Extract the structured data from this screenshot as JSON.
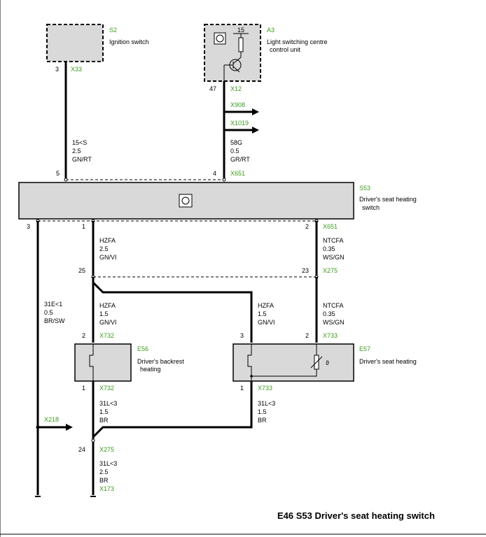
{
  "title": "E46  S53 Driver's seat heating switch",
  "components": {
    "s2": {
      "id": "S2",
      "name": "Ignition switch"
    },
    "a3": {
      "id": "A3",
      "name_line1": "Light switching centre",
      "name_line2": "control unit",
      "pin": "15"
    },
    "s53": {
      "id": "S53",
      "name_line1": "Driver's seat heating",
      "name_line2": "switch"
    },
    "e56": {
      "id": "E56",
      "name_line1": "Driver's backrest",
      "name_line2": "heating"
    },
    "e57": {
      "id": "E57",
      "name": "Driver's seat heating"
    }
  },
  "wires": {
    "w15s": {
      "signal": "15<S",
      "gauge": "2.5",
      "color": "GN/RT"
    },
    "w58g": {
      "signal": "58G",
      "gauge": "0.5",
      "color": "GR/RT"
    },
    "w31e": {
      "signal": "31E<1",
      "gauge": "0.5",
      "color": "BR/SW"
    },
    "whzfa_top": {
      "signal": "HZFA",
      "gauge": "2.5",
      "color": "GN/VI"
    },
    "wntcfa_top": {
      "signal": "NTCFA",
      "gauge": "0.35",
      "color": "WS/GN"
    },
    "whzfa_l": {
      "signal": "HZFA",
      "gauge": "1.5",
      "color": "GN/VI"
    },
    "whzfa_r": {
      "signal": "HZFA",
      "gauge": "1.5",
      "color": "GN/VI"
    },
    "wntcfa_bot": {
      "signal": "NTCFA",
      "gauge": "0.35",
      "color": "WS/GN"
    },
    "w31l_l": {
      "signal": "31L<3",
      "gauge": "1.5",
      "color": "BR"
    },
    "w31l_r": {
      "signal": "31L<3",
      "gauge": "1.5",
      "color": "BR"
    },
    "w31l_bot": {
      "signal": "31L<3",
      "gauge": "2.5",
      "color": "BR"
    }
  },
  "pins": {
    "s2_3": "3",
    "a3_47": "47",
    "s53_5": "5",
    "s53_4": "4",
    "s53_3": "3",
    "s53_1": "1",
    "s53_2": "2",
    "x275_25": "25",
    "x275_23": "23",
    "e56_2": "2",
    "e56_1": "1",
    "e57_3": "3",
    "e57_2": "2",
    "e57_1": "1",
    "x275_24": "24"
  },
  "connectors": {
    "x33": "X33",
    "x12": "X12",
    "x908": "X908",
    "x1019": "X1019",
    "x651_top": "X651",
    "x651_bot": "X651",
    "x275_top": "X275",
    "x732_top": "X732",
    "x733_top": "X733",
    "x732_bot": "X732",
    "x733_bot": "X733",
    "x218": "X218",
    "x275_bot": "X275",
    "x173": "X173"
  },
  "colors": {
    "connector": "#3c9a1c",
    "component_fill": "#d9d9d9",
    "wire": "#000000"
  }
}
